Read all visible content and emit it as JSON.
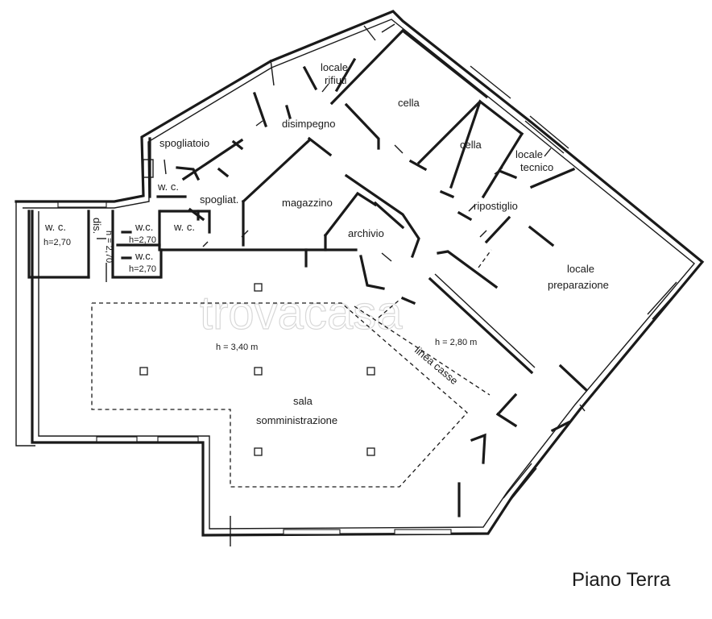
{
  "caption": "Piano Terra",
  "watermark": "trovacasa",
  "rooms": {
    "locale_rifiuti_1": "locale",
    "locale_rifiuti_2": "rifiuti",
    "cella_1": "cella",
    "cella_2": "cella",
    "disimpegno": "disimpegno",
    "spogliatoio": "spogliatoio",
    "wc_1": "w. c.",
    "spogliat": "spogliat.",
    "magazzino": "magazzino",
    "locale_tecnico_1": "locale",
    "locale_tecnico_2": "tecnico",
    "ripostiglio": "ripostiglio",
    "wc_2": "w. c.",
    "wc_2_h": "h=2,70",
    "dis": "dis.",
    "dis_h": "h = 2,70",
    "wc_3": "w.c.",
    "wc_3_h": "h=2,70",
    "wc_4": "w. c.",
    "wc_5": "w.c.",
    "wc_5_h": "h=2,70",
    "archivio": "archivio",
    "locale_preparazione_1": "locale",
    "locale_preparazione_2": "preparazione",
    "sala_h": "h = 3,40 m",
    "sala_1": "sala",
    "sala_2": "somministrazione",
    "corridor_h": "h = 2,80 m",
    "linea_casse": "linea casse"
  }
}
